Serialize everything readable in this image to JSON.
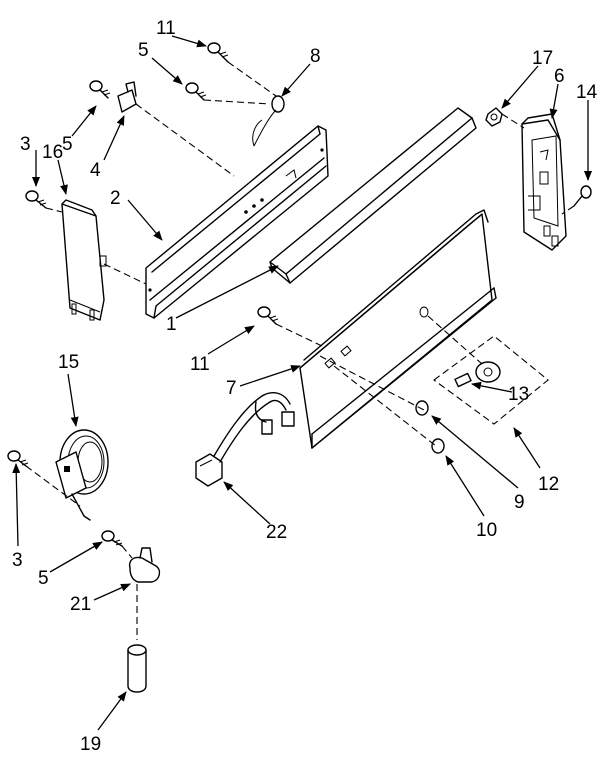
{
  "callouts": {
    "c1": "1",
    "c2": "2",
    "c3a": "3",
    "c3b": "3",
    "c4": "4",
    "c5a": "5",
    "c5b": "5",
    "c5c": "5",
    "c6": "6",
    "c7": "7",
    "c8": "8",
    "c9": "9",
    "c10": "10",
    "c11a": "11",
    "c11b": "11",
    "c12": "12",
    "c13": "13",
    "c14": "14",
    "c15": "15",
    "c16": "16",
    "c17": "17",
    "c19": "19",
    "c21": "21",
    "c22": "22"
  }
}
